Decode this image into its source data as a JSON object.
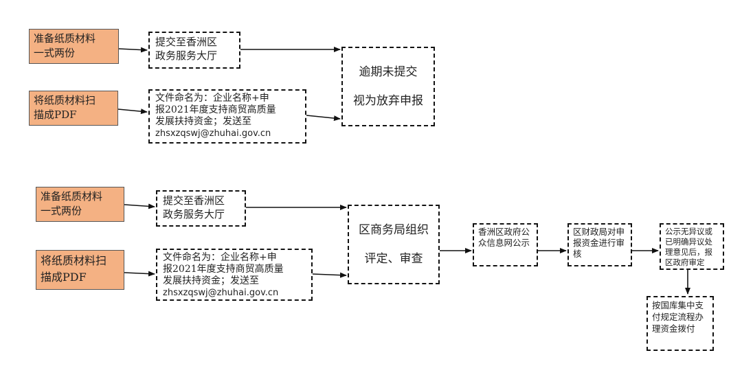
{
  "top_flow": {
    "prepare_paper": [
      "准备纸质材料",
      "一式两份"
    ],
    "scan_pdf": [
      "将纸质材料扫",
      "描成PDF"
    ],
    "submit_hall": [
      "提交至香洲区",
      "政务服务大厅"
    ],
    "file_naming": [
      "文件命名为：企业名称+申",
      "报2021年度支持商贸高质量",
      "发展扶持资金；发送至",
      "zhsxzqswj@zhuhai.gov.cn"
    ],
    "overdue": [
      "逾期未提交",
      "视为放弃申报"
    ]
  },
  "bottom_flow": {
    "prepare_paper": [
      "准备纸质材料",
      "一式两份"
    ],
    "scan_pdf": [
      "将纸质材料扫",
      "描成PDF"
    ],
    "submit_hall": [
      "提交至香洲区",
      "政务服务大厅"
    ],
    "file_naming": [
      "文件命名为：企业名称+申",
      "报2021年度支持商贸高质量",
      "发展扶持资金；发送至",
      "zhsxzqswj@zhuhai.gov.cn"
    ],
    "review": [
      "区商务局组织",
      "评定、审查"
    ],
    "publicity": "香洲区政府公众信息网公示",
    "finance_review": "区财政局对申报资金进行审核",
    "no_objection": "公示无异议或已明确异议处理意见后，报区政府审定",
    "payment": "按国库集中支付规定流程办理资金拨付"
  }
}
